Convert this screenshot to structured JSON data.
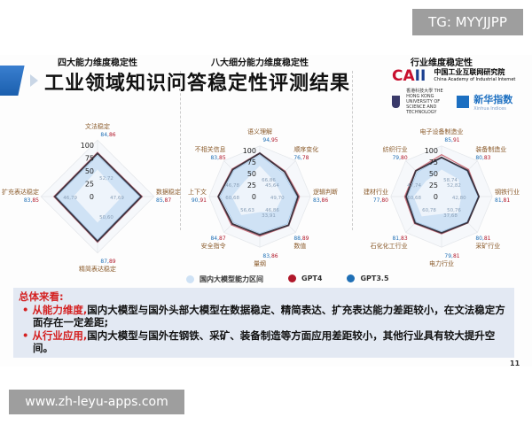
{
  "watermarks": {
    "top": "TG: MYYJJPP",
    "bottom": "www.zh-leyu-apps.com"
  },
  "slide": {
    "title": "工业领域知识问答稳定性评测结果",
    "logos": {
      "caii": "CAII",
      "caii_cn": "中国工业互联网研究院",
      "caii_en": "China Academy of Industrial Internet",
      "hkust": "香港科技大學 THE HONG KONG UNIVERSITY OF SCIENCE AND TECHNOLOGY",
      "xinhua": "新华指数",
      "xinhua_en": "Xinhua Indices"
    },
    "legend": [
      "国内大模型能力区间",
      "GPT4",
      "GPT3.5"
    ],
    "summary": {
      "heading": "总体来看:",
      "items": [
        {
          "lead": "从能力维度,",
          "text": "国内大模型与国外头部大模型在数据稳定、精简表达、扩充表达能力差距较小，在文法稳定方面存在一定差距;"
        },
        {
          "lead": "从行业应用,",
          "text": "国内大模型与国外在钢铁、采矿、装备制造等方面应用差距较小，其他行业具有较大提升空间。"
        }
      ]
    },
    "page_number": "11"
  },
  "colors": {
    "domestic": "#cfe2f5",
    "gpt4": "#b0182a",
    "gpt35": "#1f6fb5",
    "outline": "#3a3440"
  },
  "chart_data": [
    {
      "type": "radar",
      "title": "四大能力维度稳定性",
      "rlim": [
        0,
        100
      ],
      "ticks": [
        "0",
        "25",
        "50",
        "75",
        "100"
      ],
      "axes": [
        "文法稳定",
        "数据稳定",
        "精简表达稳定",
        "扩充表达稳定"
      ],
      "series": [
        {
          "name": "GPT3.5",
          "values": [
            84,
            85,
            87,
            83
          ]
        },
        {
          "name": "GPT4",
          "values": [
            86,
            87,
            89,
            85
          ]
        },
        {
          "name": "国内大模型能力区间",
          "min": [
            52.72,
            47.69,
            50.6,
            46.79
          ],
          "max": [
            80,
            82,
            84,
            80
          ]
        }
      ],
      "min_labels": [
        "52,72",
        "47,69",
        "50,60",
        "46,79"
      ]
    },
    {
      "type": "radar",
      "title": "八大细分能力维度稳定性",
      "rlim": [
        0,
        100
      ],
      "ticks": [
        "0",
        "25",
        "50",
        "75",
        "100"
      ],
      "axes": [
        "语义理解",
        "顺序变化",
        "逻辑判断",
        "数值",
        "量纲",
        "安全指令",
        "上下文",
        "不相关信息"
      ],
      "series": [
        {
          "name": "GPT3.5",
          "values": [
            94,
            76,
            83,
            88,
            83,
            84,
            90,
            83
          ]
        },
        {
          "name": "GPT4",
          "values": [
            95,
            78,
            86,
            89,
            86,
            87,
            91,
            85
          ]
        },
        {
          "name": "国内大模型能力区间",
          "min": [
            66.86,
            45.64,
            49.7,
            46.86,
            33.91,
            56.63,
            60.68,
            46.78
          ],
          "max": [
            90,
            72,
            80,
            84,
            80,
            80,
            86,
            80
          ]
        }
      ],
      "min_labels": [
        "66,86",
        "45,64",
        "49,70",
        "46,86",
        "33,91",
        "56,63",
        "60,68",
        "46,78"
      ]
    },
    {
      "type": "radar",
      "title": "行业维度稳定性",
      "rlim": [
        0,
        100
      ],
      "ticks": [
        "0",
        "25",
        "50",
        "75",
        "100"
      ],
      "axes": [
        "电子设备制造业",
        "装备制造业",
        "钢铁行业",
        "采矿行业",
        "电力行业",
        "石化化工行业",
        "建材行业",
        "纺织行业"
      ],
      "series": [
        {
          "name": "GPT3.5",
          "values": [
            85,
            80,
            81,
            80,
            79,
            81,
            77,
            79
          ]
        },
        {
          "name": "GPT4",
          "values": [
            91,
            83,
            81,
            81,
            81,
            83,
            80,
            80
          ]
        },
        {
          "name": "国内大模型能力区间",
          "min": [
            58.74,
            52.82,
            42.8,
            50.76,
            37.68,
            60.78,
            60.68,
            47.74
          ],
          "max": [
            84,
            78,
            79,
            78,
            76,
            78,
            74,
            75
          ]
        }
      ],
      "min_labels": [
        "58,74",
        "52,82",
        "42,80",
        "50,76",
        "37,68",
        "60,78",
        "60,68",
        "47,74"
      ]
    }
  ]
}
